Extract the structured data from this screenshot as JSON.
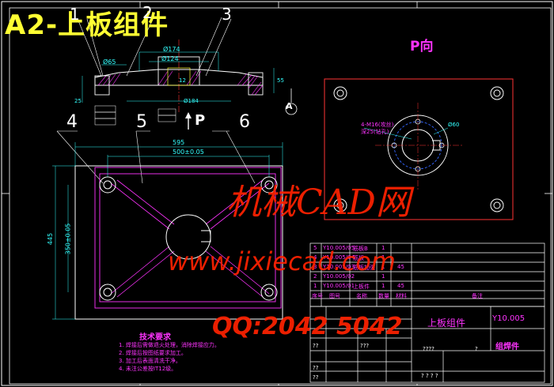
{
  "title": "A2-上板组件",
  "view_label_p": "P向",
  "arrow_p_label": "P",
  "section_mark": "A",
  "callouts": [
    "1",
    "2",
    "3",
    "4",
    "5",
    "6"
  ],
  "dimensions": {
    "d174": "Ø174",
    "d124": "Ø124",
    "d65": "Ø65",
    "d184": "Ø184",
    "h55": "55",
    "h25": "25",
    "h12": "12",
    "width_595": "595",
    "width_500": "500±0.05",
    "height_445": "445",
    "height_350": "350±0.05",
    "hole_note": "4-M16(攻丝)\n深25(钻孔)",
    "d60": "Ø60"
  },
  "tech_req": {
    "title": "技术要求",
    "items": [
      "1. 焊接后需做退火处理，消除焊接应力。",
      "2. 焊接后按图纸要求加工。",
      "3. 加工后表面清洗干净。",
      "4. 未注公差按IT12级。"
    ]
  },
  "bom": {
    "headers": [
      "序号",
      "图号",
      "名称",
      "数量",
      "材料",
      "备注"
    ],
    "rows": [
      {
        "no": "5",
        "code": "Y10.005/05",
        "name": "筋板B",
        "qty": "1",
        "mat": "",
        "note": ""
      },
      {
        "no": "4",
        "code": "Y10.005/04",
        "name": "筋板",
        "qty": "1",
        "mat": "",
        "note": ""
      },
      {
        "no": "3",
        "code": "Y10.005/03",
        "name": "筋板加强",
        "qty": "1",
        "mat": "45",
        "note": ""
      },
      {
        "no": "2",
        "code": "Y10.005/02",
        "name": "",
        "qty": "1",
        "mat": "",
        "note": ""
      },
      {
        "no": "1",
        "code": "Y10.005/01",
        "name": "上板件",
        "qty": "1",
        "mat": "45",
        "note": ""
      }
    ]
  },
  "titleblock": {
    "part_name": "上板组件",
    "drawing_no": "Y10.005",
    "type": "组焊件",
    "q1": "??",
    "q2": "???",
    "q3": "????",
    "q4": "?",
    "q5": "? ? ? ?"
  },
  "watermark": {
    "line1": "机械CAD网",
    "line2": "www.jixiecad.com",
    "line3": "QQ:2042 5042"
  }
}
